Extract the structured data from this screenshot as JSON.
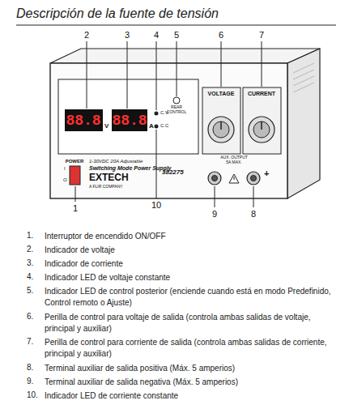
{
  "diagram": {
    "title": "Descripción de la fuente de tensión",
    "labels": [
      "2",
      "3",
      "4",
      "5",
      "6",
      "7",
      "1",
      "10",
      "9",
      "8",
      "88.8",
      "V",
      "88.8",
      "A",
      "C.V",
      "C.C",
      "REAR",
      "CONTROL",
      "VOLTAGE",
      "CURRENT",
      "POWER",
      "I",
      "O",
      "1-30VDC 20A Adjustable",
      "Switching Mode Power Supply",
      "EXTECH",
      "A FLIR COMPANY",
      "382275",
      "AUX. OUTPUT",
      "5A MAX.",
      "+",
      "1.",
      "Interruptor de encendido ON/OFF",
      "2.",
      "Indicador de voltaje",
      "3.",
      "Indicador de corriente",
      "4.",
      "Indicador LED de voltaje constante",
      "5.",
      "Indicador LED de control posterior (enciende cuando está en modo Predefinido, Control remoto o Ajuste)",
      "6.",
      "Perilla de control para voltaje de salida (controla ambas salidas de voltaje, principal y auxiliar)",
      "7.",
      "Perilla de control para corriente de salida (controla ambas salidas de corriente, principal y auxiliar)",
      "8.",
      "Terminal auxiliar de salida positiva (Máx. 5 amperios)",
      "9.",
      "Terminal auxiliar de salida negativa (Máx. 5 amperios)",
      "10.",
      "Indicador LED de corriente constante"
    ]
  }
}
